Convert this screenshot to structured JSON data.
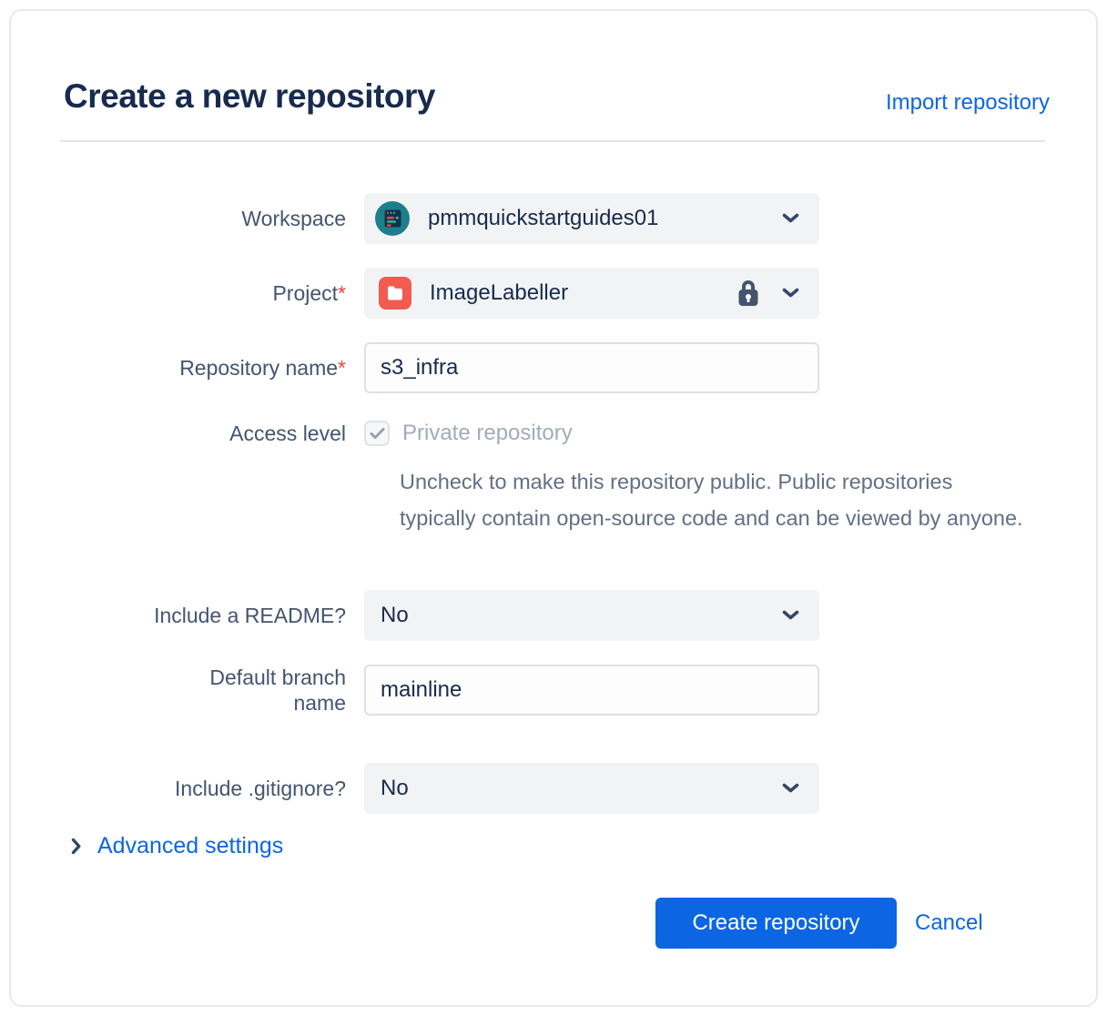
{
  "dialog": {
    "title": "Create a new repository",
    "import_link": "Import repository",
    "advanced_settings_label": "Advanced settings",
    "create_button_label": "Create repository",
    "cancel_button_label": "Cancel"
  },
  "form": {
    "workspace": {
      "label": "Workspace",
      "value": "pmmquickstartguides01"
    },
    "project": {
      "label": "Project",
      "required_mark": "*",
      "value": "ImageLabeller",
      "locked": true
    },
    "repository_name": {
      "label": "Repository name",
      "required_mark": "*",
      "value": "s3_infra"
    },
    "access_level": {
      "label": "Access level",
      "checkbox_label": "Private repository",
      "checked": true,
      "disabled": true,
      "help_text": "Uncheck to make this repository public. Public repositories typically contain open-source code and can be viewed by anyone."
    },
    "include_readme": {
      "label": "Include a README?",
      "value": "No"
    },
    "default_branch": {
      "label": "Default branch name",
      "value": "mainline"
    },
    "include_gitignore": {
      "label": "Include .gitignore?",
      "value": "No"
    }
  },
  "icons": {
    "workspace_avatar": "workspace-avatar",
    "project_avatar": "project-folder-avatar",
    "lock": "lock-icon",
    "chevron_down": "chevron-down-icon",
    "chevron_right": "chevron-right-icon",
    "checkmark": "checkmark-icon"
  },
  "colors": {
    "accent_blue": "#0C66E4",
    "title_text": "#172B4D",
    "label_text": "#44546F",
    "help_text": "#626F86",
    "disabled_text": "#A2ABBC",
    "required_red": "#E2483D",
    "field_bg": "#F2F3F5",
    "input_border": "#DDE0E5",
    "workspace_avatar_teal": "#1D7F8C",
    "project_avatar_red": "#F15B50",
    "icon_navy": "#34466B"
  }
}
